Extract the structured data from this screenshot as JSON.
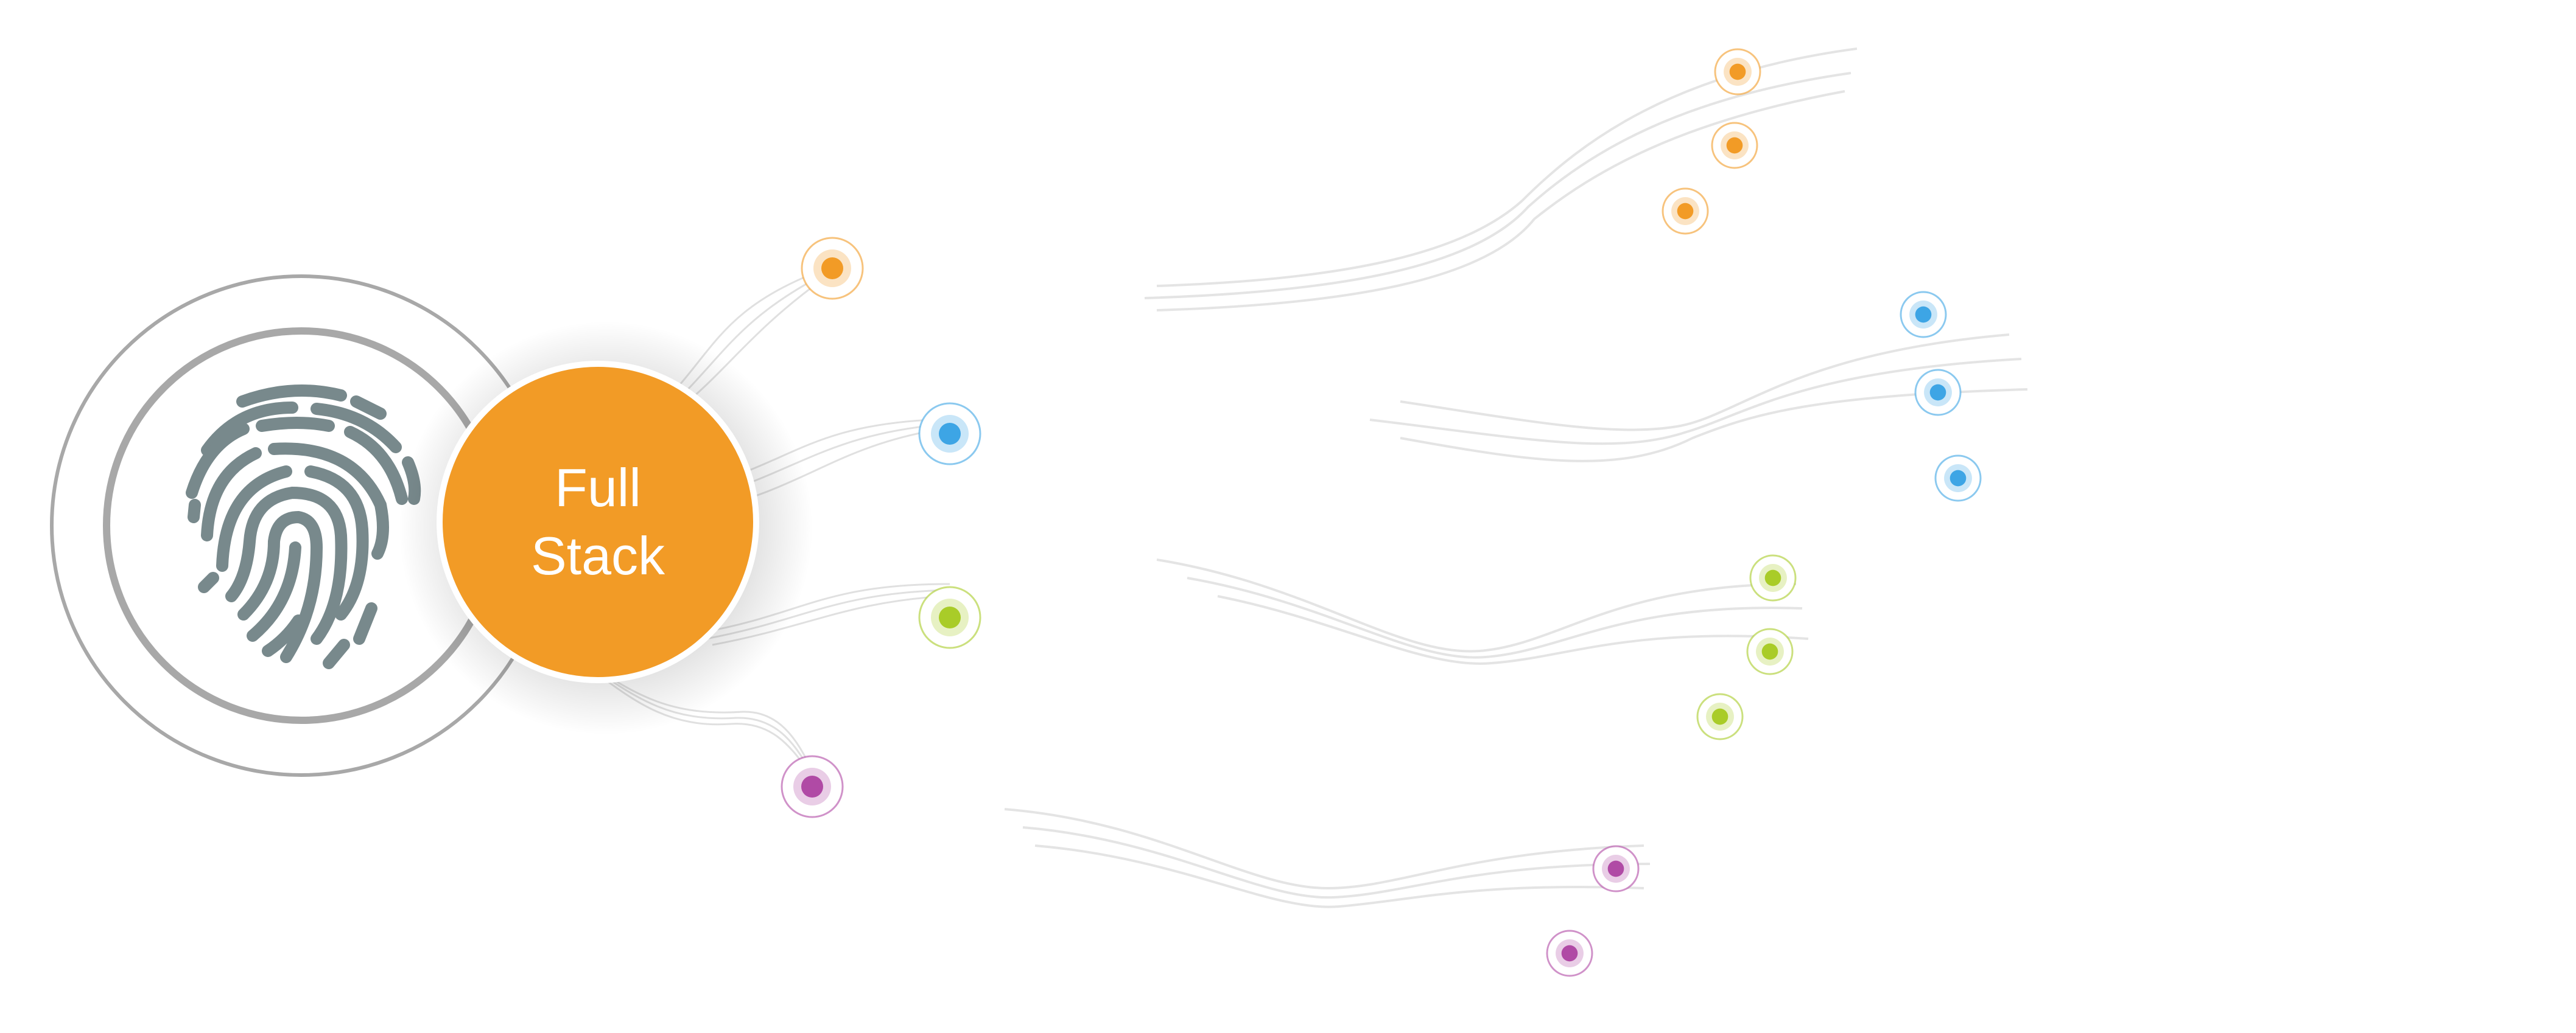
{
  "center": {
    "label_line1": "Full",
    "label_line2": "Stack",
    "color": "#f29b26"
  },
  "icon": {
    "name": "fingerprint-icon",
    "color": "#78898c"
  },
  "colors": {
    "orange": "#f29b26",
    "blue": "#3da5e5",
    "green": "#a9cc28",
    "purple": "#b04aa5",
    "ring": "#a8a8a8",
    "flow": "#d8d8d8"
  },
  "branches": [
    {
      "name": "orange",
      "color": "#f29b26",
      "leaves": 3
    },
    {
      "name": "blue",
      "color": "#3da5e5",
      "leaves": 3
    },
    {
      "name": "green",
      "color": "#a9cc28",
      "leaves": 3
    },
    {
      "name": "purple",
      "color": "#b04aa5",
      "leaves": 2
    }
  ]
}
